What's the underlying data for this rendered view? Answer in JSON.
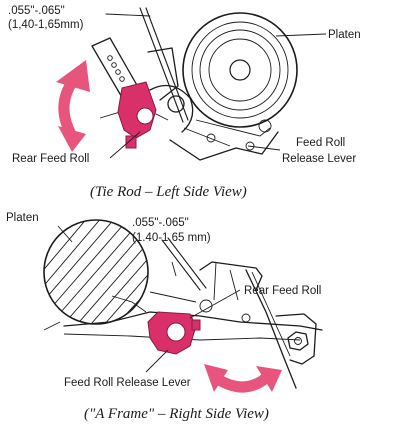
{
  "top": {
    "gap_in": ".055\"-.065\"",
    "gap_mm": "(1,40-1,65mm)",
    "platen": "Platen",
    "rear_feed_roll": "Rear Feed Roll",
    "release_line1": "Feed Roll",
    "release_line2": "Release Lever",
    "caption": "(Tie Rod – Left Side View)"
  },
  "bottom": {
    "platen": "Platen",
    "gap_in": ".055\"-.065\"",
    "gap_mm": "(1.40-1.65 mm)",
    "rear_feed_roll": "Rear Feed Roll",
    "release": "Feed Roll Release Lever",
    "caption": "(\"A Frame\" – Right Side View)"
  },
  "colors": {
    "accent": "#d9306a",
    "ink": "#1c1c1c"
  }
}
